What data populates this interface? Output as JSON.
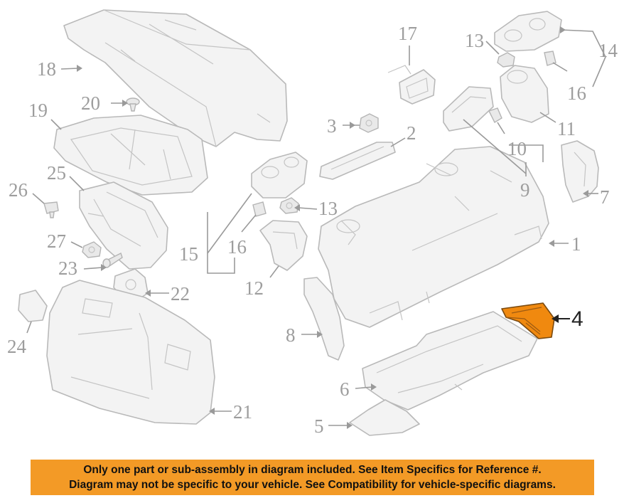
{
  "callouts": [
    {
      "id": "18",
      "label": "18"
    },
    {
      "id": "19",
      "label": "19"
    },
    {
      "id": "20",
      "label": "20"
    },
    {
      "id": "25",
      "label": "25"
    },
    {
      "id": "26",
      "label": "26"
    },
    {
      "id": "27",
      "label": "27"
    },
    {
      "id": "23",
      "label": "23"
    },
    {
      "id": "22",
      "label": "22"
    },
    {
      "id": "24",
      "label": "24"
    },
    {
      "id": "21",
      "label": "21"
    },
    {
      "id": "15",
      "label": "15"
    },
    {
      "id": "16a",
      "label": "16"
    },
    {
      "id": "12",
      "label": "12"
    },
    {
      "id": "13a",
      "label": "13"
    },
    {
      "id": "3",
      "label": "3"
    },
    {
      "id": "2",
      "label": "2"
    },
    {
      "id": "17",
      "label": "17"
    },
    {
      "id": "13b",
      "label": "13"
    },
    {
      "id": "14",
      "label": "14"
    },
    {
      "id": "16b",
      "label": "16"
    },
    {
      "id": "11",
      "label": "11"
    },
    {
      "id": "10",
      "label": "10"
    },
    {
      "id": "9",
      "label": "9"
    },
    {
      "id": "7",
      "label": "7"
    },
    {
      "id": "1",
      "label": "1"
    },
    {
      "id": "8",
      "label": "8"
    },
    {
      "id": "6",
      "label": "6"
    },
    {
      "id": "5",
      "label": "5"
    },
    {
      "id": "4",
      "label": "4"
    }
  ],
  "highlighted_part": "4",
  "colors": {
    "highlight": "#f0890f",
    "banner": "#f39a26"
  },
  "banner": {
    "line1": "Only one part or sub-assembly in diagram included. See Item Specifics for Reference #.",
    "line2": "Diagram may not be specific to your vehicle. See Compatibility for vehicle-specific diagrams."
  }
}
